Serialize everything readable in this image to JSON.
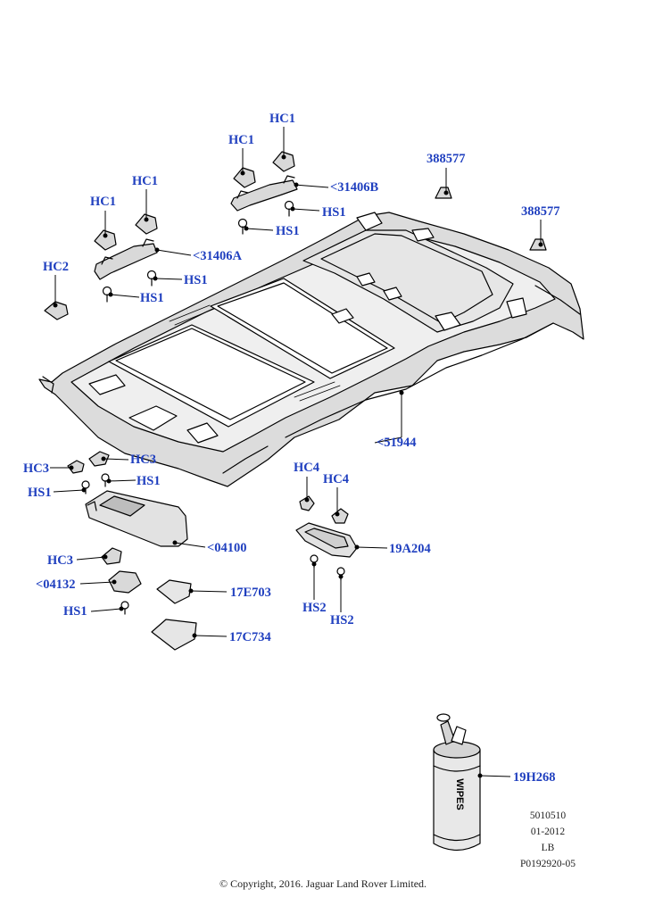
{
  "callouts": {
    "hc1_a": "HC1",
    "hc1_b": "HC1",
    "hc1_c": "HC1",
    "hc1_d": "HC1",
    "p31406b": "<31406B",
    "hs1_a": "HS1",
    "hs1_b": "HS1",
    "p388577_a": "388577",
    "p388577_b": "388577",
    "hc2": "HC2",
    "p31406a": "<31406A",
    "hs1_c": "HS1",
    "hs1_d": "HS1",
    "p51944": "<51944",
    "hc3_a": "HC3",
    "hc3_b": "HC3",
    "hs1_e": "HS1",
    "hs1_f": "HS1",
    "p04100": "<04100",
    "hc3_c": "HC3",
    "p04132": "<04132",
    "hs1_g": "HS1",
    "p17e703": "17E703",
    "p17c734": "17C734",
    "hc4_a": "HC4",
    "hc4_b": "HC4",
    "p19a204": "19A204",
    "hs2_a": "HS2",
    "hs2_b": "HS2",
    "p19h268": "19H268"
  },
  "wipes_text": "WIPES",
  "meta": {
    "code": "5010510",
    "date": "01-2012",
    "region": "LB",
    "ref": "P0192920-05"
  },
  "copyright": "© Copyright, 2016. Jaguar Land Rover Limited.",
  "colors": {
    "label": "#1f3fbf",
    "line": "#000000",
    "part_fill": "#d9d9d9"
  }
}
